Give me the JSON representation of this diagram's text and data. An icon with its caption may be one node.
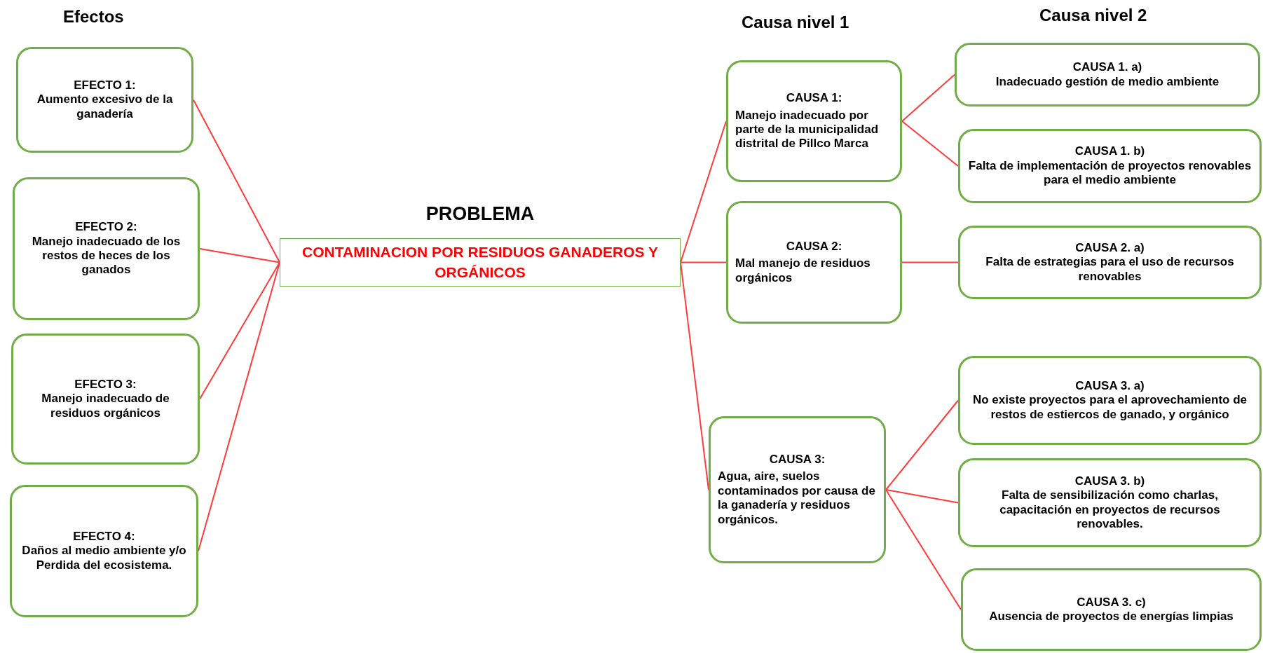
{
  "diagram": {
    "nodes": [
      {
        "text": [
          "EFECTO 1:",
          "Aumento excesivo de la ganadería"
        ]
      },
      {
        "text": [
          "EFECTO 2:",
          "Manejo inadecuado de los restos de heces de los ganados"
        ]
      },
      {
        "text": [
          "EFECTO 3:",
          "Manejo inadecuado de residuos orgánicos"
        ]
      },
      {
        "text": [
          "EFECTO 4:",
          "Daños al medio ambiente y/o Perdida del ecosistema."
        ]
      },
      {
        "text": [
          "PROBLEMA",
          "CONTAMINACION POR RESIDUOS GANADEROS Y ORGÁNICOS"
        ]
      },
      {
        "text": [
          "CAUSA 1:",
          "Manejo inadecuado por parte de la municipalidad distrital de Pillco Marca"
        ]
      },
      {
        "text": [
          "CAUSA 2:",
          "Mal manejo de residuos orgánicos"
        ]
      },
      {
        "text": [
          "CAUSA 3:",
          "Agua, aire, suelos contaminados por causa de la ganadería y residuos orgánicos."
        ]
      },
      {
        "text": [
          "CAUSA 1. a)",
          "Inadecuado gestión de medio ambiente"
        ]
      },
      {
        "text": [
          "CAUSA 1. b)",
          "Falta de implementación de proyectos renovables para el medio ambiente"
        ]
      },
      {
        "text": [
          "CAUSA 2. a)",
          "Falta de estrategias para el uso de recursos renovables"
        ]
      },
      {
        "text": [
          "CAUSA 3. a)",
          "No existe proyectos para el aprovechamiento de restos de estiercos de ganado, y orgánico"
        ]
      },
      {
        "text": [
          "CAUSA 3. b)",
          "Falta de sensibilización como charlas, capacitación en proyectos de recursos renovables."
        ]
      },
      {
        "text": [
          "CAUSA 3. c)",
          "Ausencia de proyectos de energías limpias"
        ]
      }
    ],
    "edges": [
      {
        "from": 0,
        "to": 4,
        "arrow": "none"
      },
      {
        "from": 1,
        "to": 4,
        "arrow": "none"
      },
      {
        "from": 2,
        "to": 4,
        "arrow": "none"
      },
      {
        "from": 3,
        "to": 4,
        "arrow": "none"
      },
      {
        "from": 4,
        "to": 5,
        "arrow": "none"
      },
      {
        "from": 4,
        "to": 6,
        "arrow": "none"
      },
      {
        "from": 4,
        "to": 7,
        "arrow": "none"
      },
      {
        "from": 5,
        "to": 8,
        "arrow": "none"
      },
      {
        "from": 5,
        "to": 9,
        "arrow": "none"
      },
      {
        "from": 6,
        "to": 10,
        "arrow": "none"
      },
      {
        "from": 7,
        "to": 11,
        "arrow": "none"
      },
      {
        "from": 7,
        "to": 12,
        "arrow": "none"
      },
      {
        "from": 7,
        "to": 13,
        "arrow": "none"
      }
    ],
    "labels": [
      "Efectos",
      "Causa nivel 1",
      "Causa nivel 2"
    ]
  }
}
